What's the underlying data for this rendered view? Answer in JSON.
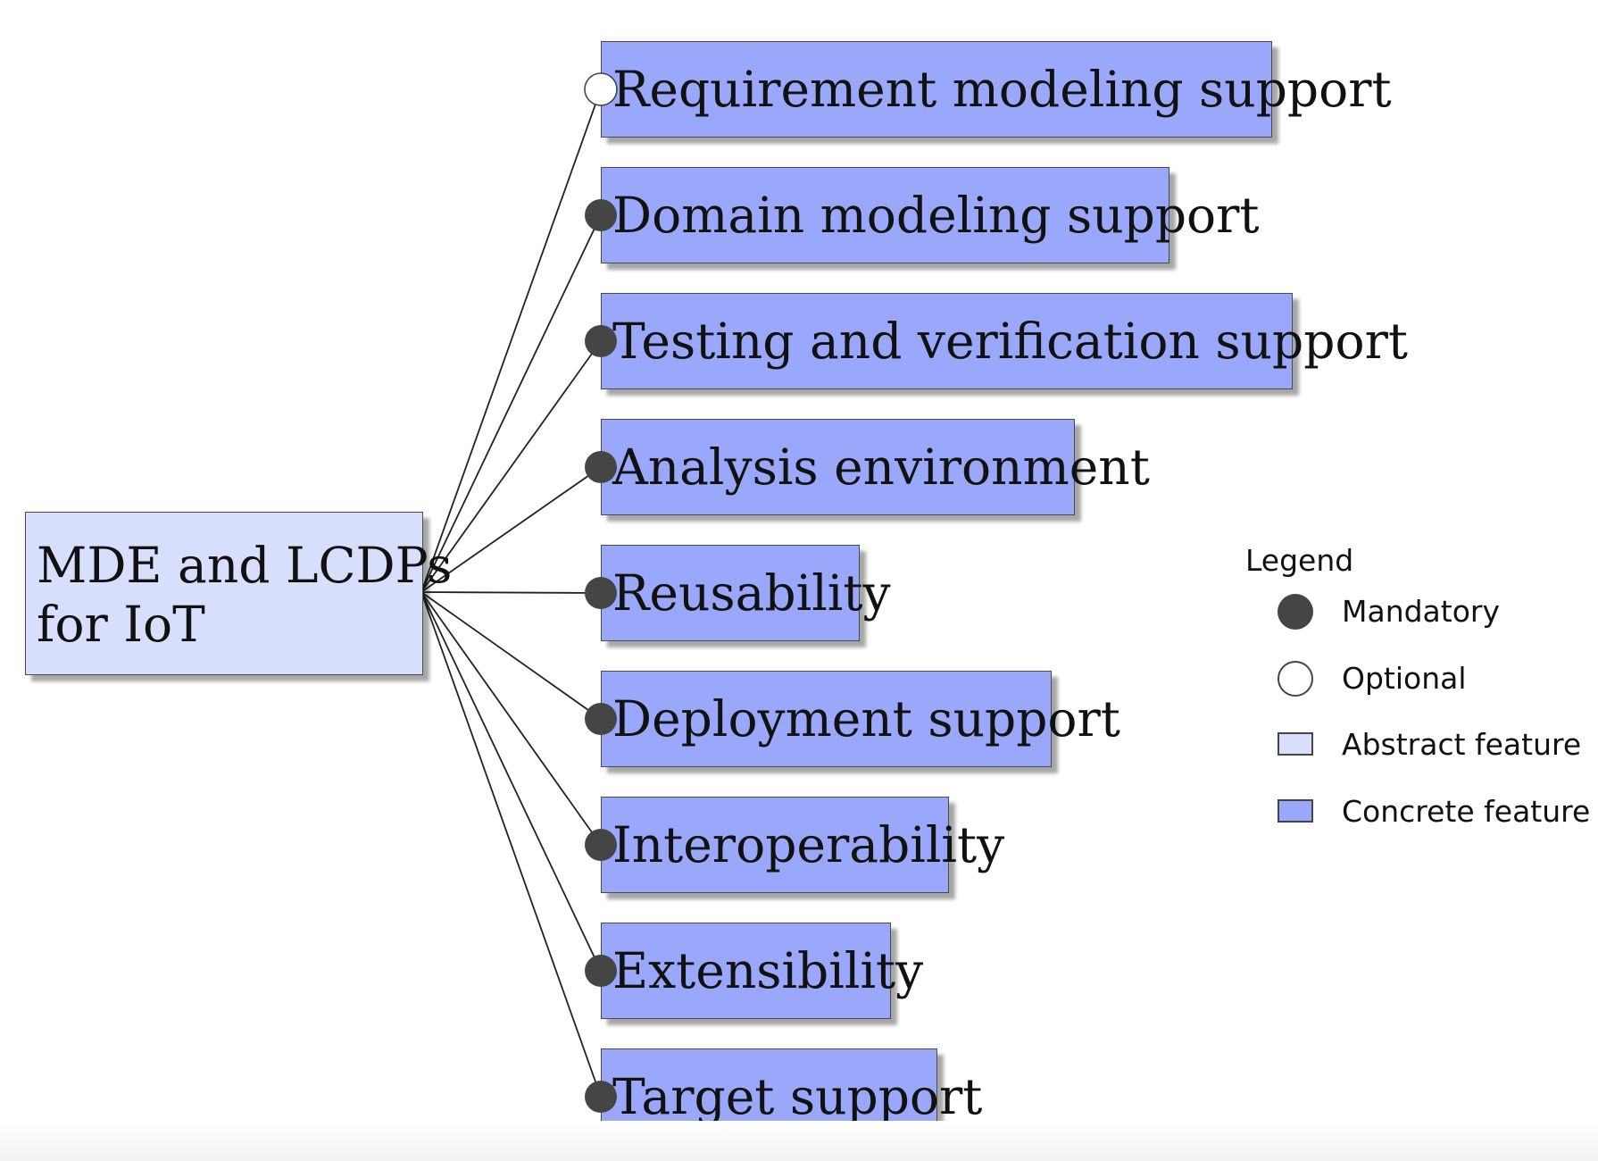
{
  "root": {
    "label_line1": "MDE and LCDPs",
    "label_line2": "for IoT",
    "kind": "abstract"
  },
  "features": [
    {
      "label": "Requirement modeling support",
      "kind": "concrete",
      "relation": "optional"
    },
    {
      "label": "Domain modeling support",
      "kind": "concrete",
      "relation": "mandatory"
    },
    {
      "label": "Testing and verification support",
      "kind": "concrete",
      "relation": "mandatory"
    },
    {
      "label": "Analysis environment",
      "kind": "concrete",
      "relation": "mandatory"
    },
    {
      "label": "Reusability",
      "kind": "concrete",
      "relation": "mandatory"
    },
    {
      "label": "Deployment support",
      "kind": "concrete",
      "relation": "mandatory"
    },
    {
      "label": "Interoperability",
      "kind": "concrete",
      "relation": "mandatory"
    },
    {
      "label": "Extensibility",
      "kind": "concrete",
      "relation": "mandatory"
    },
    {
      "label": "Target support",
      "kind": "concrete",
      "relation": "mandatory"
    }
  ],
  "legend": {
    "title": "Legend",
    "mandatory": "Mandatory",
    "optional": "Optional",
    "abstract": "Abstract feature",
    "concrete": "Concrete feature"
  },
  "colors": {
    "abstract_fill": "#d8dffd",
    "concrete_fill": "#99a8fa",
    "mandatory_dot": "#454545",
    "border": "#4a4a4a"
  }
}
